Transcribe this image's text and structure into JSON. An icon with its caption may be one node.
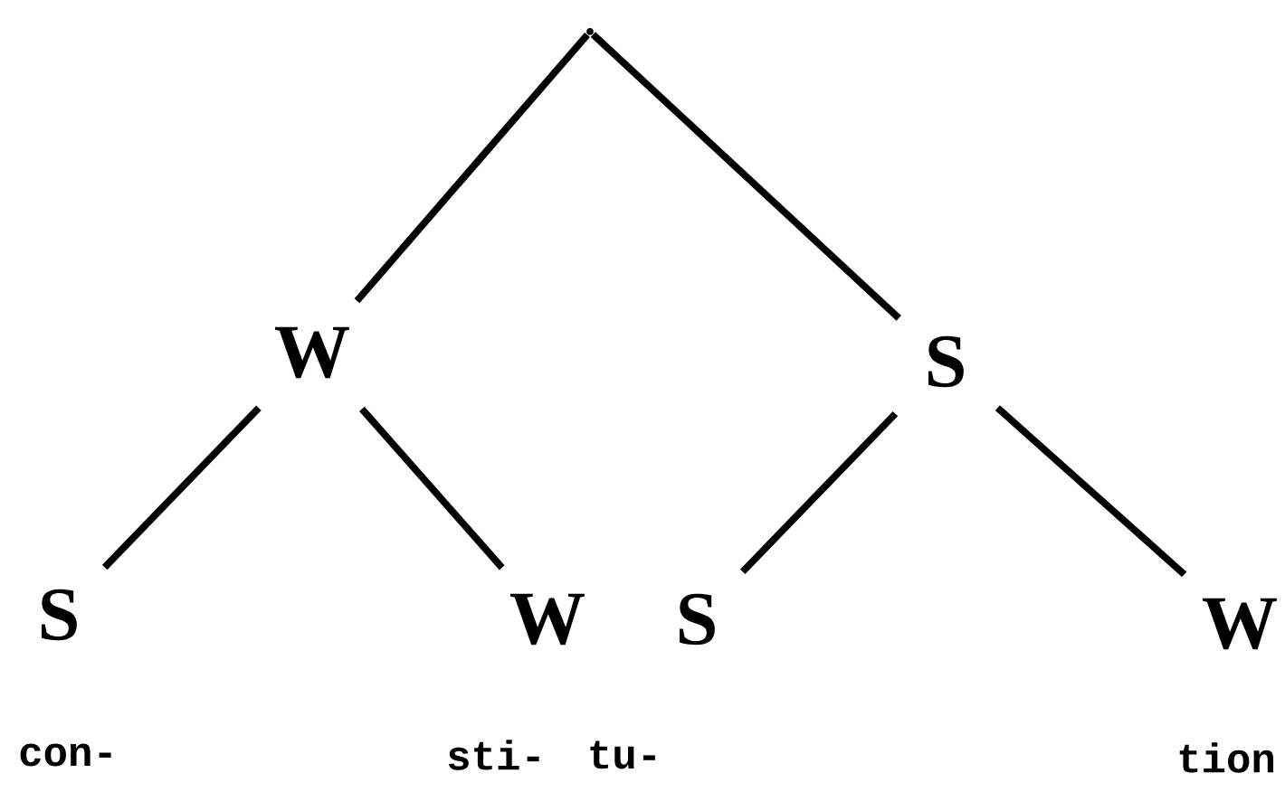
{
  "diagram": {
    "nodes": [
      {
        "text": [],
        "shape": "point"
      },
      {
        "text": [
          "W"
        ]
      },
      {
        "text": [
          "S"
        ]
      },
      {
        "text": [
          "S"
        ],
        "beside": [
          "con-"
        ]
      },
      {
        "text": [
          "W"
        ],
        "beside": [
          "sti-"
        ]
      },
      {
        "text": [
          "S"
        ],
        "beside": [
          "tu-"
        ]
      },
      {
        "text": [
          "W"
        ],
        "beside": [
          "tion"
        ]
      }
    ],
    "edges": [
      {
        "from": 0,
        "to": 1,
        "arrow": "none"
      },
      {
        "from": 0,
        "to": 2,
        "arrow": "none"
      },
      {
        "from": 1,
        "to": 3,
        "arrow": "none"
      },
      {
        "from": 1,
        "to": 4,
        "arrow": "none"
      },
      {
        "from": 2,
        "to": 5,
        "arrow": "none"
      },
      {
        "from": 2,
        "to": 6,
        "arrow": "none"
      }
    ]
  }
}
